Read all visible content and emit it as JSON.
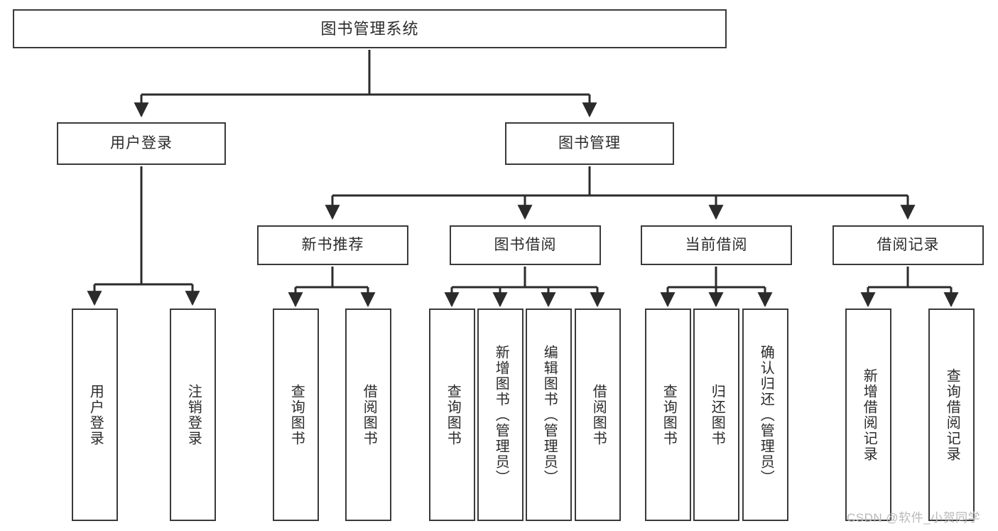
{
  "diagram": {
    "title": "图书管理系统",
    "type": "tree-hierarchy",
    "orientation": "top-down",
    "colors": {
      "box_border": "#3a3a3a",
      "box_fill": "#ffffff",
      "text": "#2b2b2b",
      "connector": "#2b2b2b",
      "watermark": "#b9b9b9",
      "background": "#ffffff"
    }
  },
  "nodes": {
    "root": {
      "label": "图书管理系统"
    },
    "level1": [
      {
        "id": "user-login",
        "label": "用户登录"
      },
      {
        "id": "book-management",
        "label": "图书管理"
      }
    ],
    "level2": [
      {
        "id": "new-book-recommend",
        "label": "新书推荐"
      },
      {
        "id": "book-borrow",
        "label": "图书借阅"
      },
      {
        "id": "current-borrow",
        "label": "当前借阅"
      },
      {
        "id": "borrow-record",
        "label": "借阅记录"
      }
    ],
    "leaves": {
      "user-login": [
        {
          "id": "leaf-user-login",
          "label": "用户登录"
        },
        {
          "id": "leaf-logout-login",
          "label": "注销登录"
        }
      ],
      "new-book-recommend": [
        {
          "id": "leaf-query-book-1",
          "label": "查询图书"
        },
        {
          "id": "leaf-borrow-book-1",
          "label": "借阅图书"
        }
      ],
      "book-borrow": [
        {
          "id": "leaf-query-book-2",
          "label": "查询图书"
        },
        {
          "id": "leaf-add-book-admin",
          "label": "新增图书（管理员）"
        },
        {
          "id": "leaf-edit-book-admin",
          "label": "编辑图书（管理员）"
        },
        {
          "id": "leaf-borrow-book-2",
          "label": "借阅图书"
        }
      ],
      "current-borrow": [
        {
          "id": "leaf-query-book-3",
          "label": "查询图书"
        },
        {
          "id": "leaf-return-book",
          "label": "归还图书"
        },
        {
          "id": "leaf-confirm-return-admin",
          "label": "确认归还（管理员）"
        }
      ],
      "borrow-record": [
        {
          "id": "leaf-add-borrow-record",
          "label": "新增借阅记录"
        },
        {
          "id": "leaf-query-borrow-record",
          "label": "查询借阅记录"
        }
      ]
    }
  },
  "watermark": {
    "text": "CSDN @软件_小贺同学"
  }
}
